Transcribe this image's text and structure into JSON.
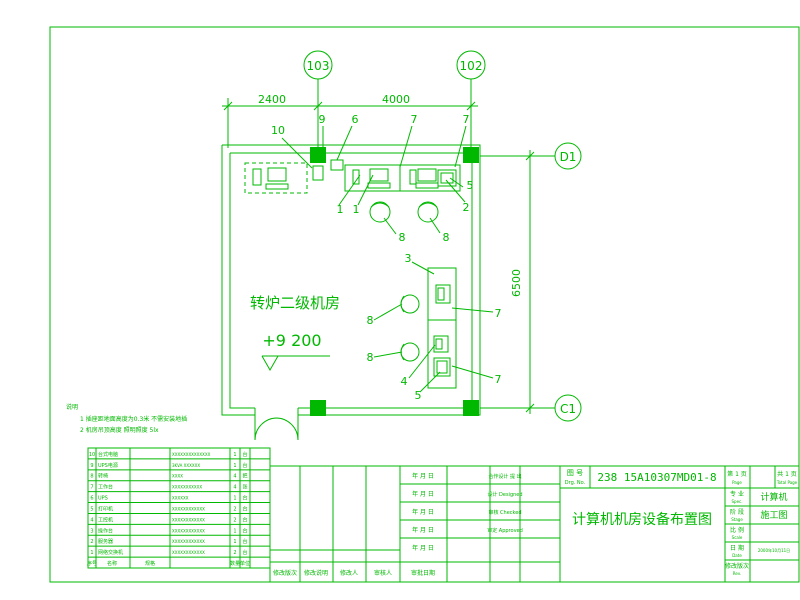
{
  "colors": {
    "line": "#00b800",
    "background": "#ffffff"
  },
  "axes": {
    "col_left": "103",
    "col_right": "102",
    "row_top": "D1",
    "row_bottom": "C1"
  },
  "dimensions": {
    "left": "2400",
    "right": "4000",
    "vertical": "6500"
  },
  "room": {
    "name": "转炉二级机房",
    "elevation": "+9 200"
  },
  "callouts": {
    "n1a": "1",
    "n1b": "1",
    "n2": "2",
    "n3": "3",
    "n4": "4",
    "n5a": "5",
    "n5b": "5",
    "n6": "6",
    "n7a": "7",
    "n7b": "7",
    "n7c": "7",
    "n7d": "7",
    "n8a": "8",
    "n8b": "8",
    "n8c": "8",
    "n8d": "8",
    "n9": "9",
    "n10": "10"
  },
  "notes": {
    "heading": "说明",
    "line1": "1  插座距地面高度为0.3米  不需安装地插",
    "line2": "2  机房吊顶高度  照明照度 5lx"
  },
  "title_block": {
    "drawing_number_label": "图 号",
    "drawing_number_en": "Drg. No.",
    "drawing_number": "238 15A10307MD01-8",
    "title": "计算机机房设备布置图",
    "page_label": "第 1 页",
    "page_en": "Page",
    "total_label": "共 1 页",
    "total_en": "Total Page",
    "specialty_label": "专 业",
    "specialty_en": "Spec.",
    "specialty": "计算机",
    "stage_label": "阶 段",
    "stage_en": "Stage",
    "stage": "施工图",
    "scale_label": "比 例",
    "scale_en": "Scale",
    "date_label": "日 期",
    "date_en": "Date",
    "date": "2000年10月11日",
    "revision_label": "修改版次",
    "revision_en": "Rev.",
    "date_row_labels": [
      "年 月 日",
      "年 月 日",
      "年 月 日",
      "年 月 日",
      "年 月 日"
    ],
    "sign_labels": [
      "合作设计 提 出",
      "设计 Designed",
      "审核 Checked",
      "审定 Approved"
    ],
    "bottom_row": [
      "修改版次",
      "修改说明",
      "修改人",
      "审核人",
      "审批日期"
    ]
  },
  "equipment_table": {
    "rows": [
      {
        "no": "10",
        "name": "台式电脑",
        "spec": "XXXXXXXXXXXXXX",
        "qty": "1",
        "unit": "台"
      },
      {
        "no": "9",
        "name": "UPS电源",
        "spec": "3KVA XXXXXX",
        "qty": "1",
        "unit": "台"
      },
      {
        "no": "8",
        "name": "转椅",
        "spec": "XXXX",
        "qty": "4",
        "unit": "把"
      },
      {
        "no": "7",
        "name": "工作台",
        "spec": "XXXXXXXXXXX",
        "qty": "4",
        "unit": "张"
      },
      {
        "no": "6",
        "name": "UPS",
        "spec": "XXXXXX",
        "qty": "1",
        "unit": "台"
      },
      {
        "no": "5",
        "name": "打印机",
        "spec": "XXXXXXXXXXXX",
        "qty": "2",
        "unit": "台"
      },
      {
        "no": "4",
        "name": "工控机",
        "spec": "XXXXXXXXXXXX",
        "qty": "2",
        "unit": "台"
      },
      {
        "no": "3",
        "name": "操作台",
        "spec": "XXXXXXXXXXXX",
        "qty": "1",
        "unit": "台"
      },
      {
        "no": "2",
        "name": "服务器",
        "spec": "XXXXXXXXXXXX",
        "qty": "1",
        "unit": "台"
      },
      {
        "no": "1",
        "name": "网络交换机",
        "spec": "XXXXXXXXXXXX",
        "qty": "2",
        "unit": "台"
      }
    ],
    "header": {
      "no": "序号",
      "name": "名称",
      "spec": "规格",
      "qty": "数量",
      "unit": "单位"
    }
  }
}
